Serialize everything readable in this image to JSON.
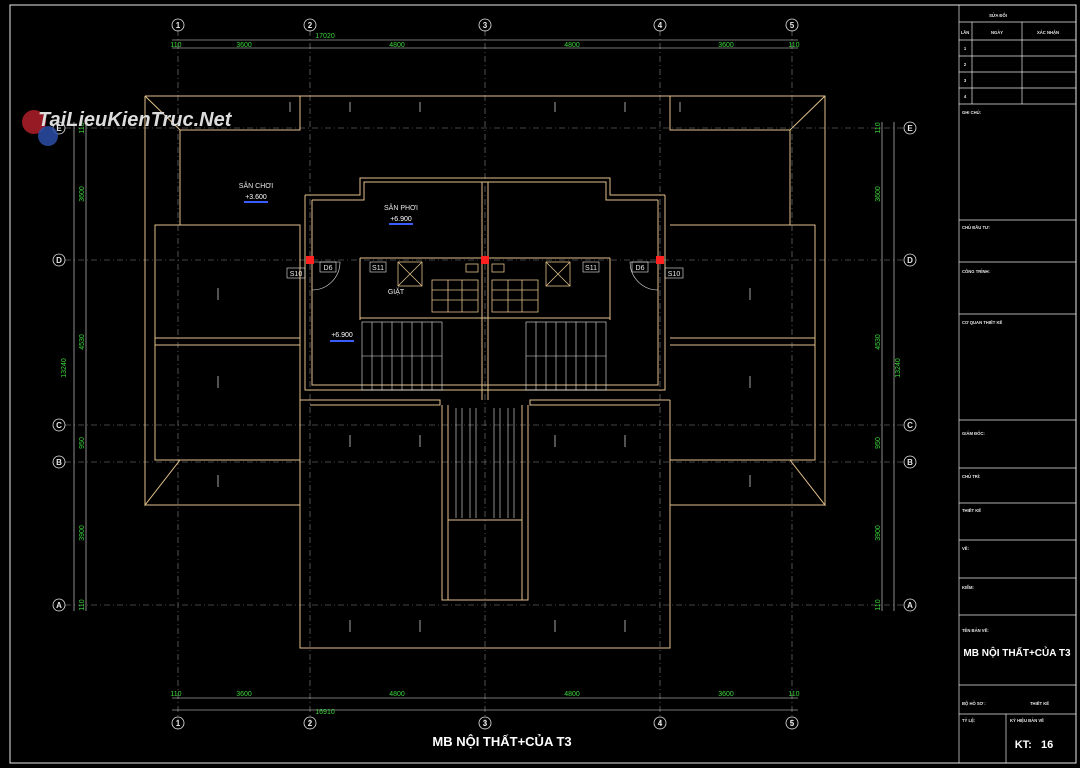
{
  "drawing": {
    "title": "MB NỘI THẤT+CỦA T3",
    "grid_cols": [
      "1",
      "2",
      "3",
      "4",
      "5"
    ],
    "grid_rows": [
      "E",
      "D",
      "C",
      "B",
      "A"
    ],
    "top_dims": {
      "overall": "17020",
      "edge_left": "110",
      "edge_right": "110",
      "spans": [
        "3600",
        "4800",
        "4800",
        "3600"
      ]
    },
    "bottom_dims": {
      "overall": "16910",
      "edge_left": "110",
      "edge_right": "110",
      "spans": [
        "3600",
        "4800",
        "4800",
        "3600"
      ]
    },
    "left_dims": {
      "overall": "13240",
      "edge_top": "110",
      "edge_bottom": "110",
      "spans": [
        "3600",
        "4530",
        "950",
        "3900"
      ]
    },
    "right_dims": {
      "overall": "13240",
      "edge_top": "110",
      "edge_bottom": "110",
      "spans": [
        "3600",
        "4530",
        "950",
        "3900"
      ]
    },
    "rooms": {
      "playground_name": "SÂN CHƠI",
      "playground_elev": "+3.600",
      "drying_name": "SÂN PHƠI",
      "drying_elev": "+6.900",
      "laundry_name": "GIẶT",
      "stair_elev": "+6.900"
    },
    "tags": {
      "s10": "S10",
      "d6": "D6",
      "s11": "S11"
    }
  },
  "title_block": {
    "revision_header": "SỬA ĐỔI",
    "col_no": "LẦN",
    "col_date": "NGÀY",
    "col_approve": "XÁC NHẬN",
    "rows": [
      "1",
      "2",
      "3",
      "4"
    ],
    "notes": "GHI CHÚ:",
    "owner": "CHỦ ĐẦU TƯ:",
    "project": "CÔNG TRÌNH:",
    "design_unit": "CƠ QUAN THIẾT KẾ",
    "director": "GIÁM ĐỐC:",
    "chief": "CHỦ TRÌ:",
    "designer": "THIẾT KẾ",
    "drafter": "VẼ:",
    "checker": "KIỂM:",
    "sheet_name_label": "TÊN BẢN VẼ:",
    "sheet_name": "MB NỘI THẤT+CỦA T3",
    "set_label": "BỘ HỒ SƠ :",
    "set_value": "THIẾT KẾ",
    "scale_label": "TỶ LỆ:",
    "sheet_no_label": "KÝ HIỆU BẢN VẼ",
    "sheet_no": "KT:   16"
  },
  "watermark": {
    "text": "TaiLieuKienTruc.Net"
  }
}
